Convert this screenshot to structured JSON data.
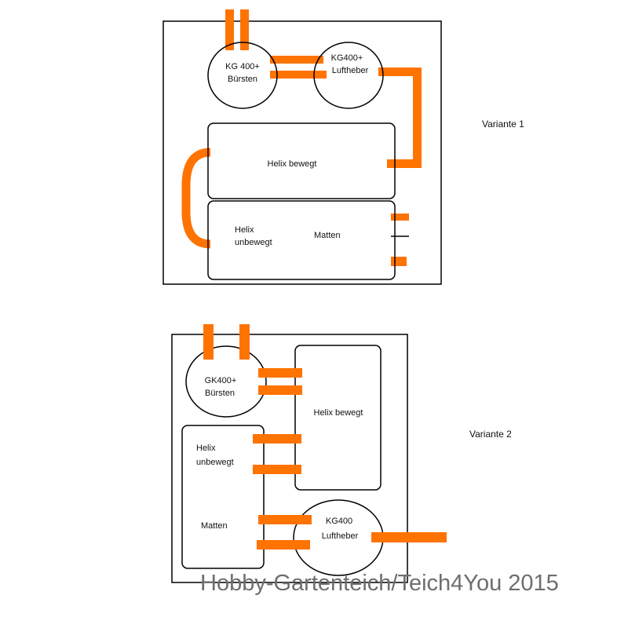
{
  "colors": {
    "pipe": "#ff7300",
    "outline": "#000000",
    "watermark": "#6e6e6e"
  },
  "variant1": {
    "title": "Variante 1",
    "filter_brushes": [
      "KG 400+",
      "Bürsten"
    ],
    "airlift": [
      "KG400+",
      "Luftheber"
    ],
    "helix_moving": "Helix bewegt",
    "helix_static": [
      "Helix",
      "unbewegt"
    ],
    "mats": "Matten"
  },
  "variant2": {
    "title": "Variante 2",
    "filter_brushes": [
      "GK400+",
      "Bürsten"
    ],
    "helix_moving": "Helix bewegt",
    "helix_static": [
      "Helix",
      "unbewegt"
    ],
    "mats": "Matten",
    "airlift": [
      "KG400",
      "Luftheber"
    ]
  },
  "watermark": "Hobby-Gartenteich/Teich4You 2015"
}
